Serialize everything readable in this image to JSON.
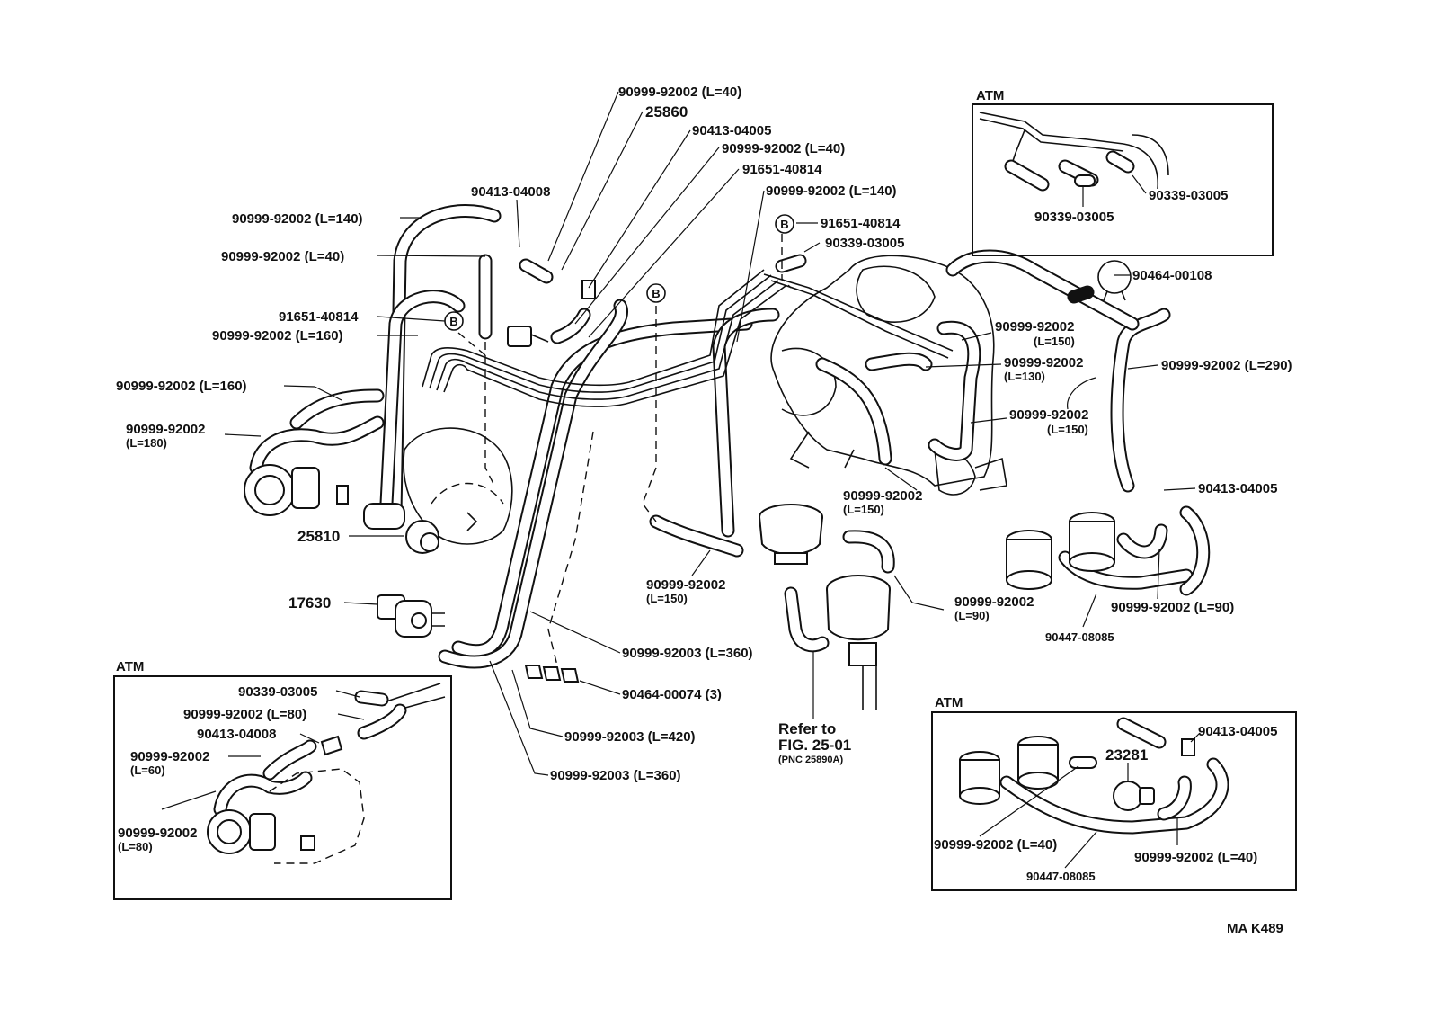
{
  "labels": {
    "l1": "90999-92002 (L=40)",
    "l2": "25860",
    "l3": "90413-04005",
    "l4": "90999-92002 (L=40)",
    "l5": "91651-40814",
    "l6": "90999-92002 (L=140)",
    "l7": "90413-04008",
    "l8": "90999-92002 (L=140)",
    "l9": "90999-92002 (L=40)",
    "l10": "91651-40814",
    "l11": "90999-92002 (L=160)",
    "l12": "90999-92002 (L=160)",
    "l13a": "90999-92002",
    "l13b": "(L=180)",
    "l14": "25810",
    "l15": "17630",
    "l16": "91651-40814",
    "l17": "90339-03005",
    "l18": "90464-00108",
    "l19a": "90999-92002",
    "l19b": "(L=150)",
    "l20a": "90999-92002",
    "l20b": "(L=130)",
    "l21": "90999-92002 (L=290)",
    "l22a": "90999-92002",
    "l22b": "(L=150)",
    "l23a": "90999-92002",
    "l23b": "(L=150)",
    "l24": "90413-04005",
    "l25a": "90999-92002",
    "l25b": "(L=150)",
    "l26a": "90999-92002",
    "l26b": "(L=90)",
    "l27": "90999-92002 (L=90)",
    "l28": "90447-08085",
    "l29": "90999-92003 (L=360)",
    "l30": "90464-00074 (3)",
    "l31": "90999-92003 (L=420)",
    "l32": "90999-92003 (L=360)",
    "refer1": "Refer to",
    "refer2": "FIG. 25-01",
    "refer3": "(PNC 25890A)",
    "marker_b": "B",
    "code": "MA K489"
  },
  "atm_top_right": {
    "title": "ATM",
    "a": "90339-03005",
    "b": "90339-03005"
  },
  "atm_bottom_left": {
    "title": "ATM",
    "a": "90339-03005",
    "b": "90999-92002 (L=80)",
    "c": "90413-04008",
    "d1": "90999-92002",
    "d2": "(L=60)",
    "e1": "90999-92002",
    "e2": "(L=80)"
  },
  "atm_bottom_right": {
    "title": "ATM",
    "a": "90413-04005",
    "b": "23281",
    "c": "90999-92002 (L=40)",
    "d": "90999-92002 (L=40)",
    "e": "90447-08085"
  }
}
